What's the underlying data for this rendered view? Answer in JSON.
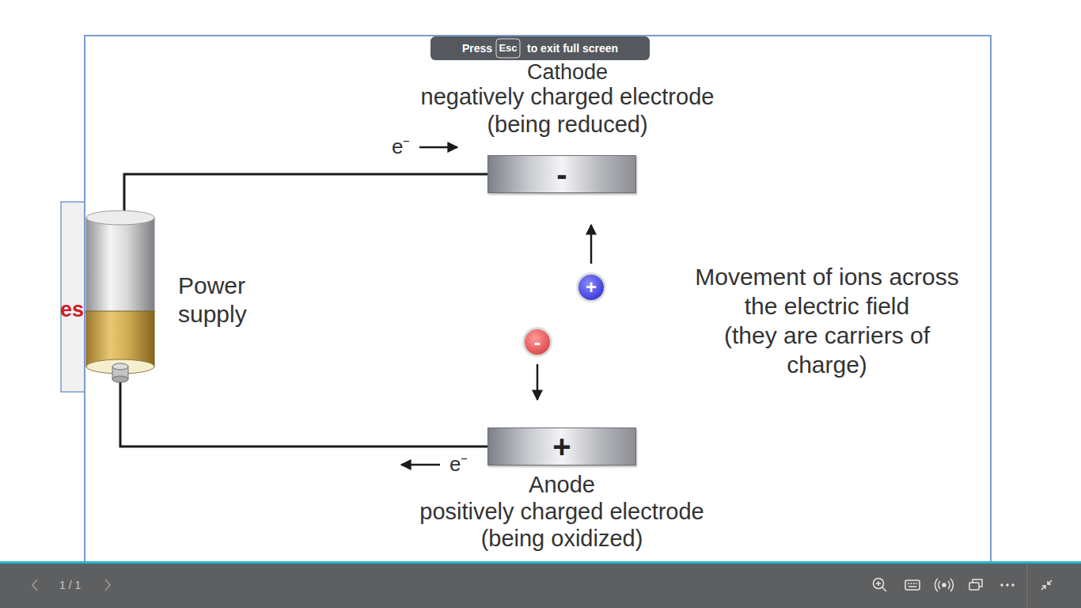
{
  "diagram": {
    "nodes": [
      {
        "text": [
          "Cathode",
          "negatively charged electrode (being reduced)",
          "-"
        ]
      },
      {
        "text": [
          "Power supply"
        ]
      },
      {
        "text": [
          "+"
        ]
      },
      {
        "text": [
          "-"
        ]
      },
      {
        "text": [
          "+",
          "Anode",
          "positively charged electrode (being oxidized)"
        ]
      }
    ],
    "edges": [
      {
        "from": 1,
        "to": 0,
        "arrow": "none"
      },
      {
        "from": 1,
        "to": 4,
        "arrow": "none"
      },
      {
        "from": 2,
        "to": 0,
        "arrow": "to"
      },
      {
        "from": 3,
        "to": 4,
        "arrow": "to"
      }
    ],
    "labels": [
      "Press",
      "Esc",
      "to exit full screen",
      "e⁻",
      "es",
      "Movement of ions across the electric field (they are carriers of charge)",
      "e⁻",
      "1 / 1"
    ]
  }
}
